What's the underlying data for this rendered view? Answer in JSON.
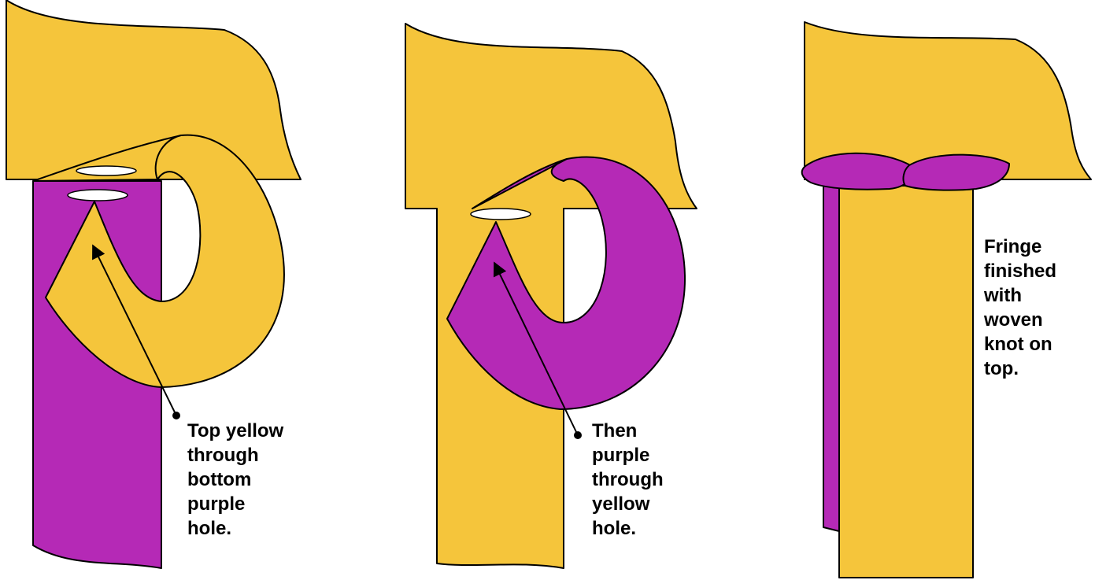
{
  "colors": {
    "yellow": "#F5C53B",
    "purple": "#B529B6"
  },
  "panels": [
    {
      "step": 1,
      "caption_lines": [
        "Top yellow",
        "through",
        "bottom",
        "purple",
        "hole."
      ]
    },
    {
      "step": 2,
      "caption_lines": [
        "Then",
        "purple",
        "through",
        "yellow",
        "hole."
      ]
    },
    {
      "step": 3,
      "caption_lines": [
        "Fringe",
        "finished",
        "with",
        "woven",
        "knot on",
        "top."
      ]
    }
  ]
}
